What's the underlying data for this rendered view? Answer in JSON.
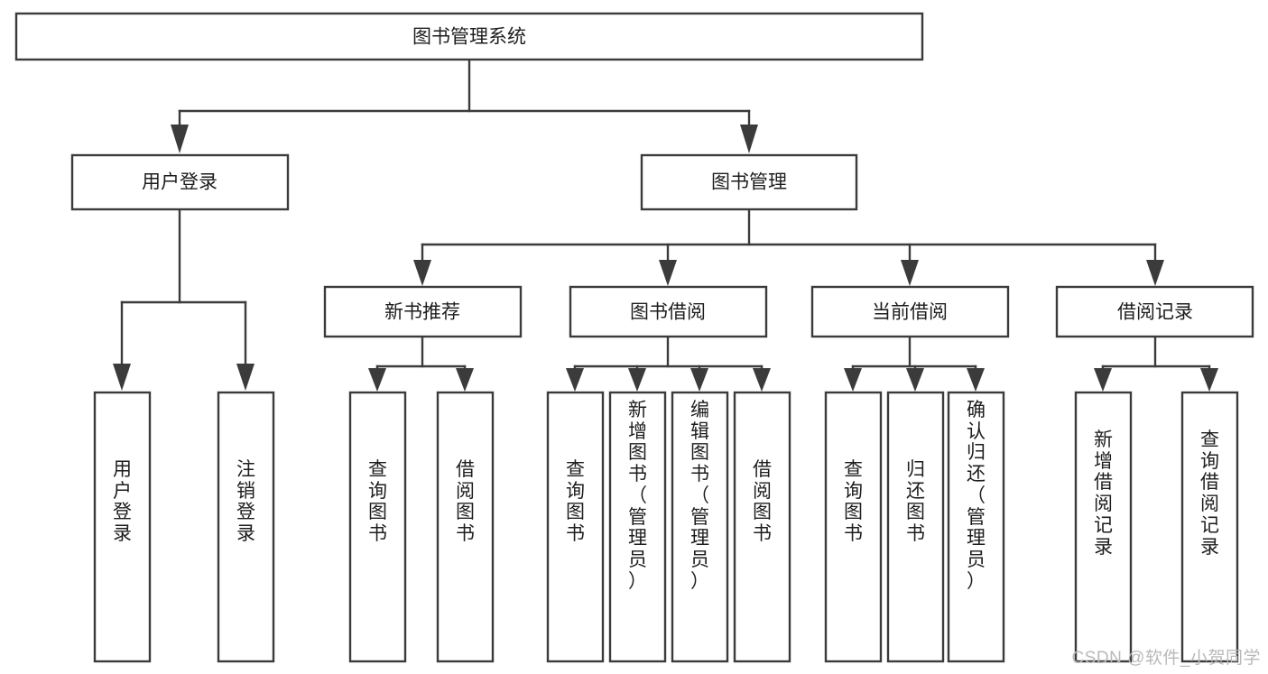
{
  "diagram": {
    "type": "tree-hierarchy-chart",
    "title": "图书管理系统",
    "orientation": "top-down",
    "colors": {
      "box_stroke": "#3b3b3b",
      "box_fill": "#ffffff",
      "text": "#1d1d1d",
      "connector": "#3b3b3b",
      "background": "#ffffff",
      "watermark": "#b9b9b9"
    },
    "root": {
      "id": "root",
      "label": "图书管理系统"
    },
    "level1": [
      {
        "id": "user-login",
        "label": "用户登录"
      },
      {
        "id": "book-management",
        "label": "图书管理"
      }
    ],
    "level2": [
      {
        "id": "new-book-recommend",
        "label": "新书推荐",
        "parent": "book-management"
      },
      {
        "id": "book-borrow",
        "label": "图书借阅",
        "parent": "book-management"
      },
      {
        "id": "current-borrow",
        "label": "当前借阅",
        "parent": "book-management"
      },
      {
        "id": "borrow-record",
        "label": "借阅记录",
        "parent": "book-management"
      }
    ],
    "leaves": {
      "user-login": [
        {
          "id": "leaf-user-login",
          "lines": [
            "用",
            "户",
            "登",
            "录"
          ],
          "text": "用户登录"
        },
        {
          "id": "leaf-logout",
          "lines": [
            "注",
            "销",
            "登",
            "录"
          ],
          "text": "注销登录"
        }
      ],
      "new-book-recommend": [
        {
          "id": "leaf-query-book-1",
          "lines": [
            "查",
            "询",
            "图",
            "书"
          ],
          "text": "查询图书"
        },
        {
          "id": "leaf-borrow-book-1",
          "lines": [
            "借",
            "阅",
            "图",
            "书"
          ],
          "text": "借阅图书"
        }
      ],
      "book-borrow": [
        {
          "id": "leaf-query-book-2",
          "lines": [
            "查",
            "询",
            "图",
            "书"
          ],
          "text": "查询图书"
        },
        {
          "id": "leaf-add-book",
          "lines": [
            "新",
            "增",
            "图",
            "书",
            "（",
            "管",
            "理",
            "员",
            "）"
          ],
          "text": "新增图书（管理员）"
        },
        {
          "id": "leaf-edit-book",
          "lines": [
            "编",
            "辑",
            "图",
            "书",
            "（",
            "管",
            "理",
            "员",
            "）"
          ],
          "text": "编辑图书（管理员）"
        },
        {
          "id": "leaf-borrow-book-2",
          "lines": [
            "借",
            "阅",
            "图",
            "书"
          ],
          "text": "借阅图书"
        }
      ],
      "current-borrow": [
        {
          "id": "leaf-query-book-3",
          "lines": [
            "查",
            "询",
            "图",
            "书"
          ],
          "text": "查询图书"
        },
        {
          "id": "leaf-return-book",
          "lines": [
            "归",
            "还",
            "图",
            "书"
          ],
          "text": "归还图书"
        },
        {
          "id": "leaf-confirm-return",
          "lines": [
            "确",
            "认",
            "归",
            "还",
            "（",
            "管",
            "理",
            "员",
            "）"
          ],
          "text": "确认归还（管理员）"
        }
      ],
      "borrow-record": [
        {
          "id": "leaf-add-record",
          "lines": [
            "新",
            "增",
            "借",
            "阅",
            "记",
            "录"
          ],
          "text": "新增借阅记录"
        },
        {
          "id": "leaf-query-record",
          "lines": [
            "查",
            "询",
            "借",
            "阅",
            "记",
            "录"
          ],
          "text": "查询借阅记录"
        }
      ]
    }
  },
  "watermark": {
    "text": "CSDN @软件_小贺同学"
  }
}
